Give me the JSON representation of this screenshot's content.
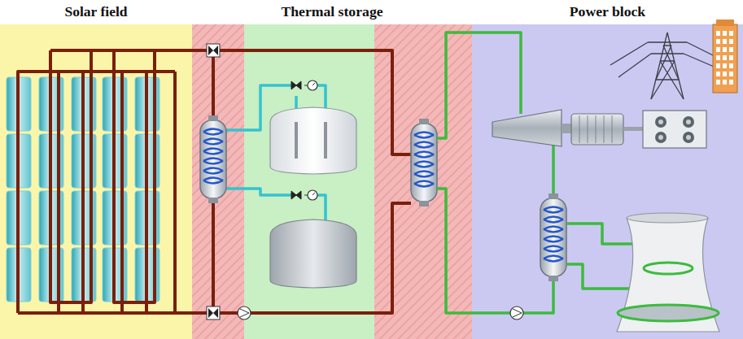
{
  "diagram": {
    "nodes": [
      {
        "text": [
          "Solar field"
        ]
      },
      {
        "text": [
          "Thermal storage"
        ]
      },
      {
        "text": [
          "Power block"
        ]
      }
    ]
  }
}
